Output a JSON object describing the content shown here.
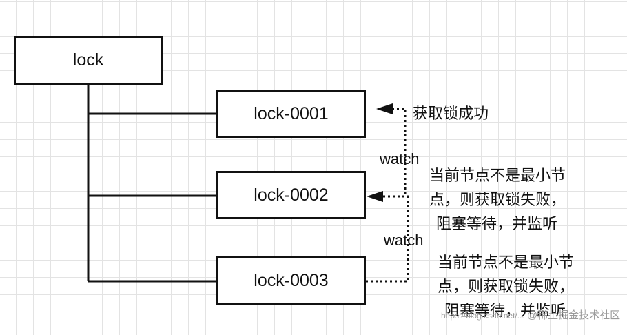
{
  "nodes": {
    "root": "lock",
    "n1": "lock-0001",
    "n2": "lock-0002",
    "n3": "lock-0003"
  },
  "labels": {
    "success": "获取锁成功",
    "watch1": "watch",
    "watch2": "watch",
    "note2": [
      "当前节点不是最小节",
      "点，则获取锁失败，",
      "阻塞等待，并监听"
    ],
    "note3": [
      "当前节点不是最小节",
      "点，则获取锁失败，",
      "阻塞等待，并监听"
    ]
  },
  "watermark": {
    "url": "https://blog.csdn.net/...",
    "brand": "@稀土掘金技术社区"
  }
}
